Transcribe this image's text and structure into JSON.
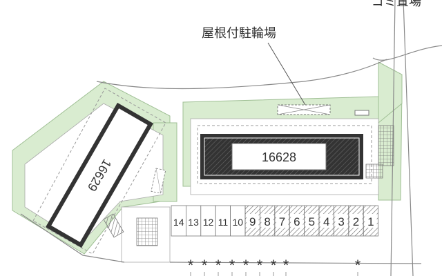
{
  "labels": {
    "garbage": "ゴミ置場",
    "bike_parking": "屋根付駐輪場",
    "building_main": "16628",
    "building_left": "16629"
  },
  "parking": {
    "slots": [
      "14",
      "13",
      "12",
      "11",
      "10",
      "9",
      "8",
      "7",
      "6",
      "5",
      "4",
      "3",
      "2",
      "1"
    ],
    "occupied": [
      "9",
      "8",
      "7",
      "6",
      "5",
      "4",
      "3",
      "2",
      "1"
    ],
    "markers": [
      "*",
      "*",
      "*",
      "*",
      "*",
      "*",
      "*",
      "*",
      "*",
      "*"
    ]
  },
  "colors": {
    "greenery": "#d9ecd0",
    "greenery_edge": "#9fbf94",
    "road_line": "#888888",
    "building_border": "#333333"
  }
}
